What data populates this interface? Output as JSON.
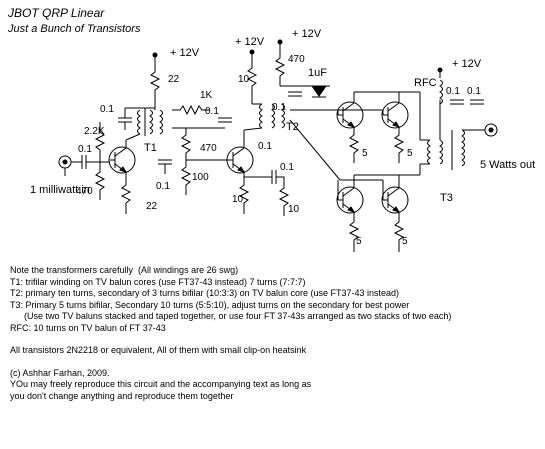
{
  "header": {
    "title": "JBOT QRP Linear",
    "subtitle": "Just a Bunch of Transistors"
  },
  "schematic": {
    "supply_label": "+ 12V",
    "input_label": "1 milliwatt in",
    "output_label": "5 Watts out",
    "components": {
      "r22_top": "22",
      "r2k2": "2.2K",
      "c01_a": "0.1",
      "c01_b": "0.1",
      "t1": "T1",
      "r470_a": "470",
      "c01_c": "0.1",
      "r22_bot": "22",
      "r1k": "1K",
      "c01_d": "0.1",
      "r470_b": "470",
      "c01_e": "0.1",
      "r100": "100",
      "r10_a": "10",
      "r470_c": "470",
      "c1uf": "1uF",
      "c01_f": "0.1",
      "t2": "T2",
      "c01_g": "0.1",
      "c01_h": "0.1",
      "r10_b": "10",
      "r10_c": "10",
      "r5_a": "5",
      "r5_b": "5",
      "r5_c": "5",
      "r5_d": "5",
      "rfc": "RFC",
      "c01_i": "0.1",
      "c01_j": "0.1",
      "t3": "T3"
    }
  },
  "notes": {
    "line1": "Note the transformers carefully  (All windings are 26 swg)",
    "t1": "T1: trifilar winding on TV balun cores (use FT37-43 instead) 7 turns (7:7:7)",
    "t2": "T2: primary ten turns, secondary of 3 turns bifilar (10:3:3) on TV balun core (use FT37-43 instead)",
    "t3": "T3: Primary 5 turns bifilar, Secondary 10 turns (5:5:10), adjust turns on the secondary for best power",
    "t3b": "(Use two TV baluns stacked and taped together, or use four FT 37-43s arranged as two stacks of two each)",
    "rfc": "RFC: 10 turns on TV balun of FT 37-43",
    "transistors": "All transistors 2N2218 or equivalent, All of them with small clip-on heatsink",
    "copyright": "(c) Ashhar Farhan, 2009.",
    "license1": "YOu may freely reproduce this circuit and the accompanying text as long as",
    "license2": "you don't change anything and reproduce them together"
  }
}
